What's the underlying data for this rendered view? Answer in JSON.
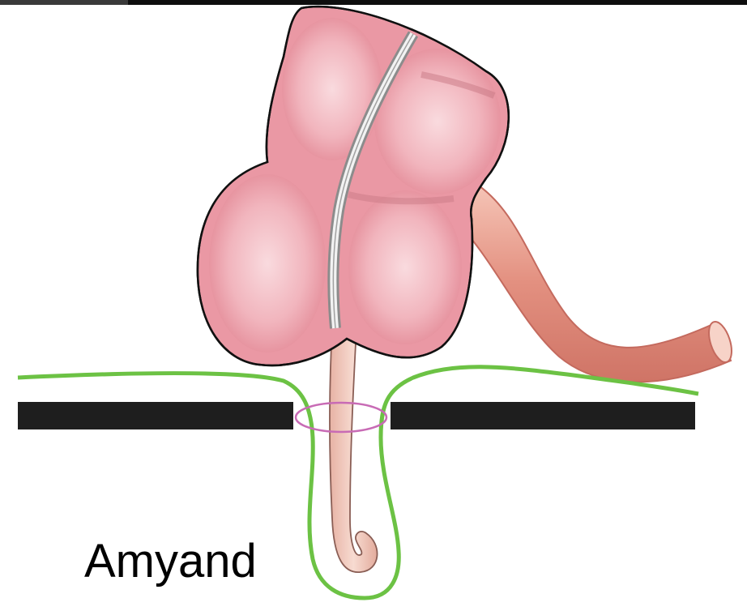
{
  "caption": "Amyand",
  "colors": {
    "cecum": "#e68e9a",
    "cecum_highlight": "#fbe2e5",
    "outline": "#111111",
    "taenia": "#9a9a9a",
    "ileum": "#e79a86",
    "appendix": "#f0c9bc",
    "peritoneum": "#6cc244",
    "abdominal_wall": "#1e1e1e",
    "hernia_ring": "#c86bb5"
  },
  "icons": {
    "cecum": "cecum-shape",
    "ileum": "terminal-ileum-tube",
    "appendix": "appendix-tube",
    "sac": "hernia-sac-outline",
    "wall": "abdominal-wall-bar",
    "ring": "inguinal-ring-ellipse"
  }
}
